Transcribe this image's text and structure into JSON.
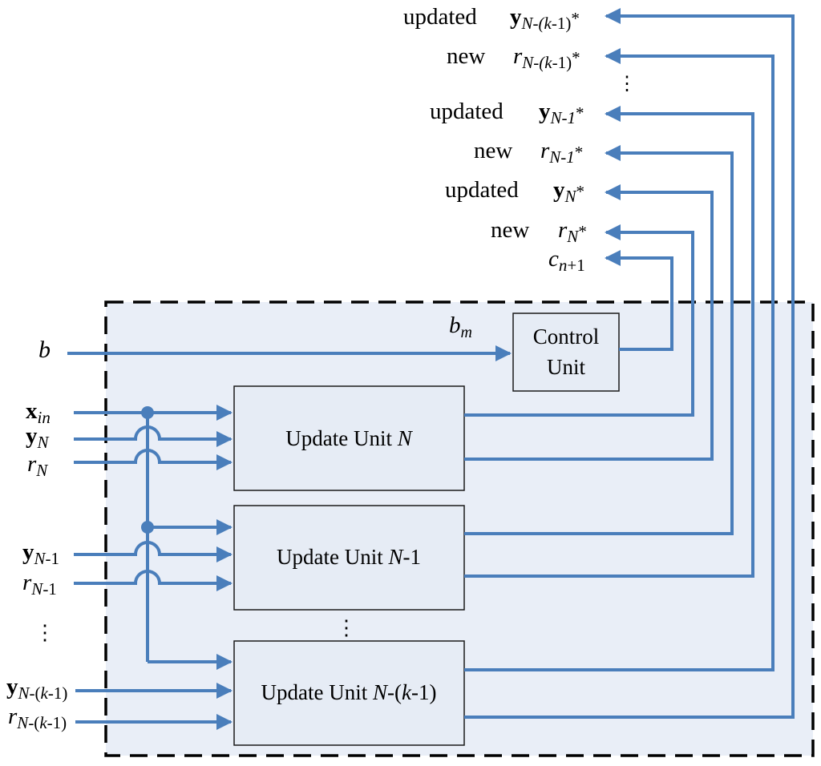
{
  "outputs": {
    "updated_word": "updated",
    "new_word": "new",
    "y_sym": "y",
    "r_sym": "r",
    "c_sym": "c",
    "sub_N": "N",
    "sub_N1": "N-1",
    "sub_Nk_pre": "N-(",
    "sub_Nk_k": "k",
    "sub_Nk_post": "-1)",
    "star": "*",
    "sub_c_n": "n",
    "sub_c_rest": "+1",
    "ellipsis": "⋮"
  },
  "control": {
    "b_label": "b",
    "bm_base": "b",
    "bm_sub": "m",
    "line1": "Control",
    "line2": "Unit"
  },
  "inputs": {
    "x_sym": "x",
    "x_sub": "in",
    "y_sym": "y",
    "r_sym": "r",
    "sub_N": "N",
    "sub_N_minus": "N",
    "sub_minus1": "-1",
    "sub_Nk_pre": "N",
    "sub_Nk_mid": "-(",
    "sub_Nk_k": "k",
    "sub_Nk_post": "-1)",
    "ellipsis": "⋮"
  },
  "units": {
    "u1_text": "Update Unit ",
    "u1_var": "N",
    "u2_text": "Update Unit ",
    "u2_var": "N",
    "u2_suffix": "-1",
    "u3_text": "Update Unit ",
    "u3_var": "N",
    "u3_mid": "-(",
    "u3_k": "k",
    "u3_suffix": "-1)",
    "ellipsis": "⋮"
  },
  "colors": {
    "wire": "#4a7ebb",
    "box_fill": "#e6ecf5",
    "region_fill": "#e9eef7"
  }
}
